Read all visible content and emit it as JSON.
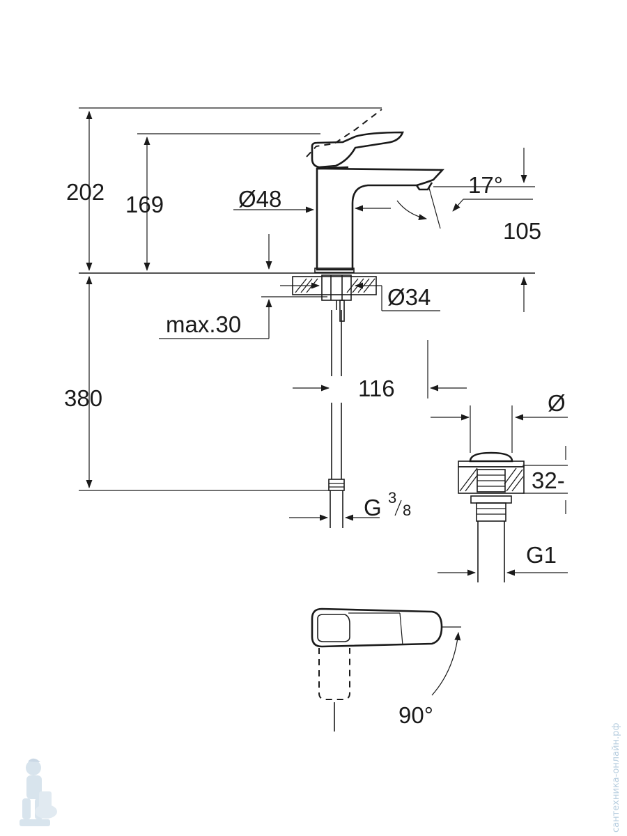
{
  "dimensions": {
    "total_height": "202",
    "spout_height": "169",
    "body_diameter": "Ø48",
    "spout_angle": "17°",
    "spout_reach": "105",
    "hole_diameter": "Ø34",
    "max_deck": "max.30",
    "hose_length": "380",
    "hose_offset": "116",
    "connection_thread_prefix": "G",
    "connection_thread_numerator": "3",
    "connection_thread_denominator": "8",
    "waste_diameter_partial": "Ø",
    "waste_range_partial": "32-",
    "waste_thread": "G1",
    "lever_rotation": "90°"
  },
  "watermark": {
    "vertical_text": "сантехника-онлайн.рф",
    "mascot_icon": "plumber-mascot-icon"
  },
  "colors": {
    "ink": "#1a1a1a",
    "watermark": "#b9cfe0",
    "background": "#ffffff"
  }
}
